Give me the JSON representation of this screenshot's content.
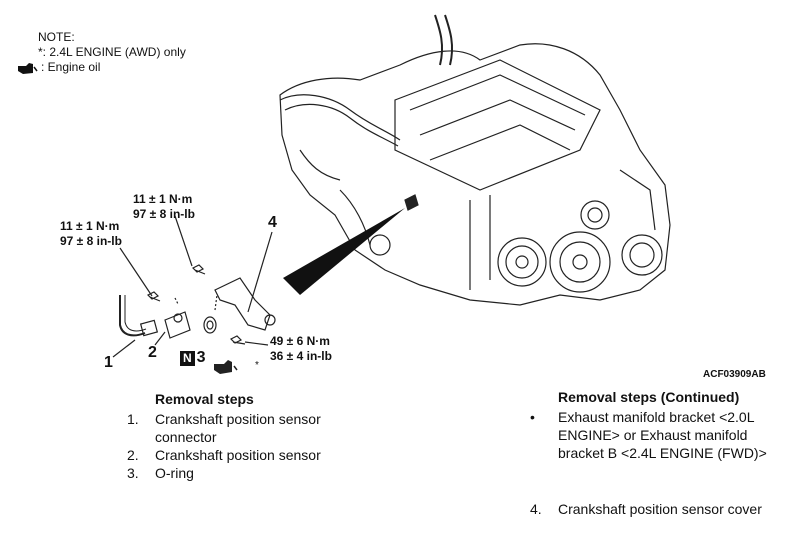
{
  "note": {
    "title": "NOTE:",
    "star_line": "*: 2.4L ENGINE (AWD) only",
    "oil_line": ": Engine oil"
  },
  "torque": {
    "upper": {
      "nm": "11 ± 1 N·m",
      "inlb": "97 ± 8 in-lb"
    },
    "left": {
      "nm": "11 ± 1 N·m",
      "inlb": "97 ± 8 in-lb"
    },
    "lower": {
      "nm": "49 ± 6 N·m",
      "inlb": "36 ± 4 in-lb"
    }
  },
  "callouts": {
    "c1": "1",
    "c2": "2",
    "c3": "3",
    "c4": "4",
    "n_badge": "N",
    "star": "*"
  },
  "figure_ref": "ACF03909AB",
  "removal_steps": {
    "heading": "Removal steps",
    "items": [
      {
        "num": "1.",
        "text": "Crankshaft position sensor connector"
      },
      {
        "num": "2.",
        "text": "Crankshaft position sensor"
      },
      {
        "num": "3.",
        "text": "O-ring"
      }
    ]
  },
  "removal_steps_continued": {
    "heading": "Removal steps (Continued)",
    "items": [
      {
        "num": "•",
        "text": "Exhaust manifold bracket <2.0L ENGINE> or Exhaust manifold bracket B <2.4L ENGINE (FWD)>"
      },
      {
        "num": "4.",
        "text": "Crankshaft position sensor cover"
      }
    ]
  }
}
